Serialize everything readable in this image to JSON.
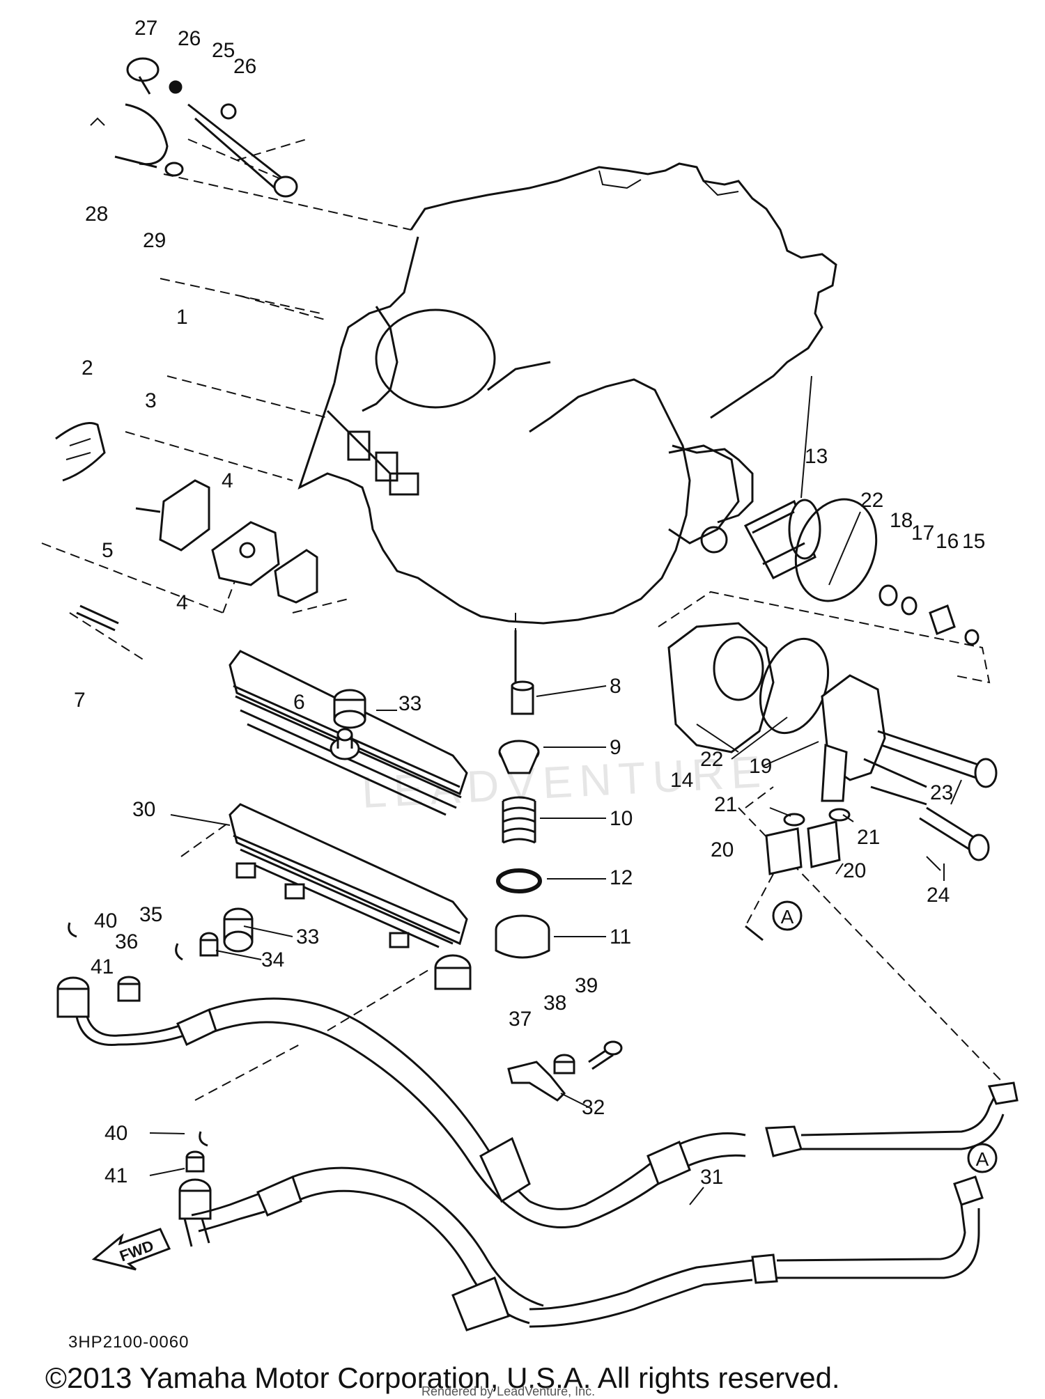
{
  "diagram": {
    "code": "3HP2100-0060",
    "copyright": "©2013 Yamaha Motor Corporation, U.S.A. All rights reserved.",
    "rendered_by": "Rendered by LeadVenture, Inc.",
    "watermark": "LEADVENTURE",
    "fwd_label": "FWD",
    "ref_a": "A"
  },
  "callouts": [
    "27",
    "26",
    "25",
    "26",
    "28",
    "29",
    "1",
    "2",
    "3",
    "4",
    "5",
    "4",
    "7",
    "6",
    "33",
    "8",
    "9",
    "10",
    "12",
    "11",
    "30",
    "33",
    "34",
    "40",
    "35",
    "36",
    "41",
    "40",
    "41",
    "13",
    "22",
    "18",
    "17",
    "16",
    "15",
    "14",
    "22",
    "19",
    "23",
    "21",
    "21",
    "20",
    "20",
    "24",
    "39",
    "38",
    "37",
    "32",
    "31"
  ]
}
